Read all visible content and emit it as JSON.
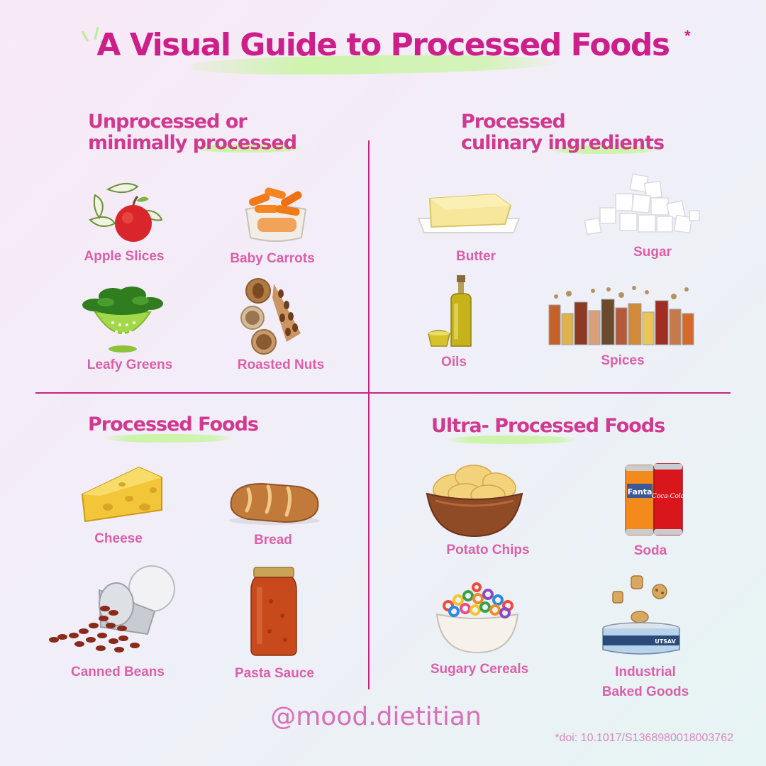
{
  "title": "A Visual Guide to Processed Foods",
  "asterisk": "*",
  "sections": {
    "unprocessed": {
      "title_line1": "Unprocessed or",
      "title_line2": "minimally processed",
      "items": [
        "Apple Slices",
        "Baby Carrots",
        "Leafy Greens",
        "Roasted Nuts"
      ]
    },
    "culinary": {
      "title_line1": "Processed",
      "title_line2": "culinary ingredients",
      "items": [
        "Butter",
        "Sugar",
        "Oils",
        "Spices"
      ]
    },
    "processed": {
      "title": "Processed Foods",
      "items": [
        "Cheese",
        "Bread",
        "Canned Beans",
        "Pasta Sauce"
      ]
    },
    "ultra": {
      "title": "Ultra- Processed Foods",
      "items": [
        "Potato Chips",
        "Soda",
        "Sugary Cereals",
        "Industrial",
        "Baked Goods"
      ]
    }
  },
  "handle": "@mood.dietitian",
  "doi": "*doi: 10.1017/S1368980018003762",
  "images": {
    "fanta_text": "Fanta",
    "coke_text": "Coca-Cola",
    "tin_text": "UTSAV"
  },
  "colors": {
    "title": "#cc1f8a",
    "section_title": "#d0398f",
    "label": "#db5fa9",
    "divider": "#c4267f",
    "highlight": "#c8f5a0"
  }
}
